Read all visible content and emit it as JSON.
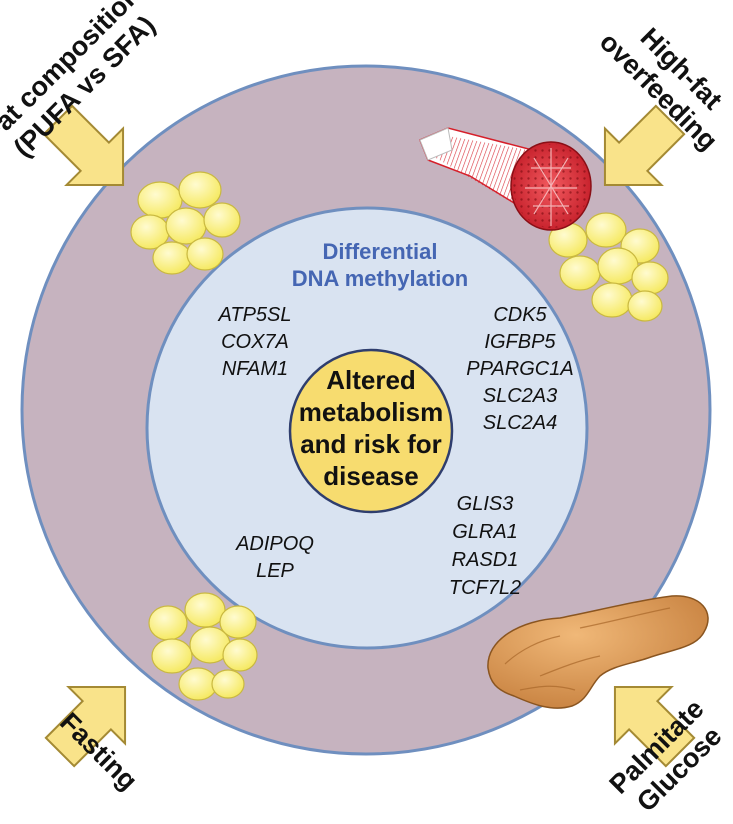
{
  "colors": {
    "outer_ring": "#c6b3bf",
    "ring_border": "#6f8fbf",
    "inner_circle": "#d9e3f1",
    "center_circle": "#f7dc6f",
    "center_border": "#2f3e6e",
    "arrow_fill": "#f9e38a",
    "arrow_stroke": "#a48a34",
    "fat_cell": "#f8ef7a",
    "muscle": "#d61f2a",
    "pancreas": "#d9954f",
    "title_blue": "#4566b3"
  },
  "center": {
    "lines": [
      "Altered",
      "metabolism",
      "and risk for",
      "disease"
    ]
  },
  "inner_title": {
    "line1": "Differential",
    "line2": "DNA methylation"
  },
  "gene_groups": {
    "upper_left": [
      "ATP5SL",
      "COX7A",
      "NFAM1"
    ],
    "upper_right": [
      "CDK5",
      "IGFBP5",
      "PPARGC1A",
      "SLC2A3",
      "SLC2A4"
    ],
    "lower_right": [
      "GLIS3",
      "GLRA1",
      "RASD1",
      "TCF7L2"
    ],
    "lower_left": [
      "ADIPOQ",
      "LEP"
    ]
  },
  "stimuli": {
    "top_left": [
      "Fat composition",
      "(PUFA vs SFA)"
    ],
    "top_right": [
      "High-fat",
      "overfeeding"
    ],
    "bottom_left": [
      "Fasting"
    ],
    "bottom_right": [
      "Palmitate",
      "Glucose"
    ]
  },
  "icons": {
    "adipose_1": "adipose-tissue-icon",
    "adipose_2": "adipose-tissue-icon",
    "adipose_3": "adipose-tissue-icon",
    "muscle": "skeletal-muscle-icon",
    "pancreas": "pancreas-icon"
  }
}
